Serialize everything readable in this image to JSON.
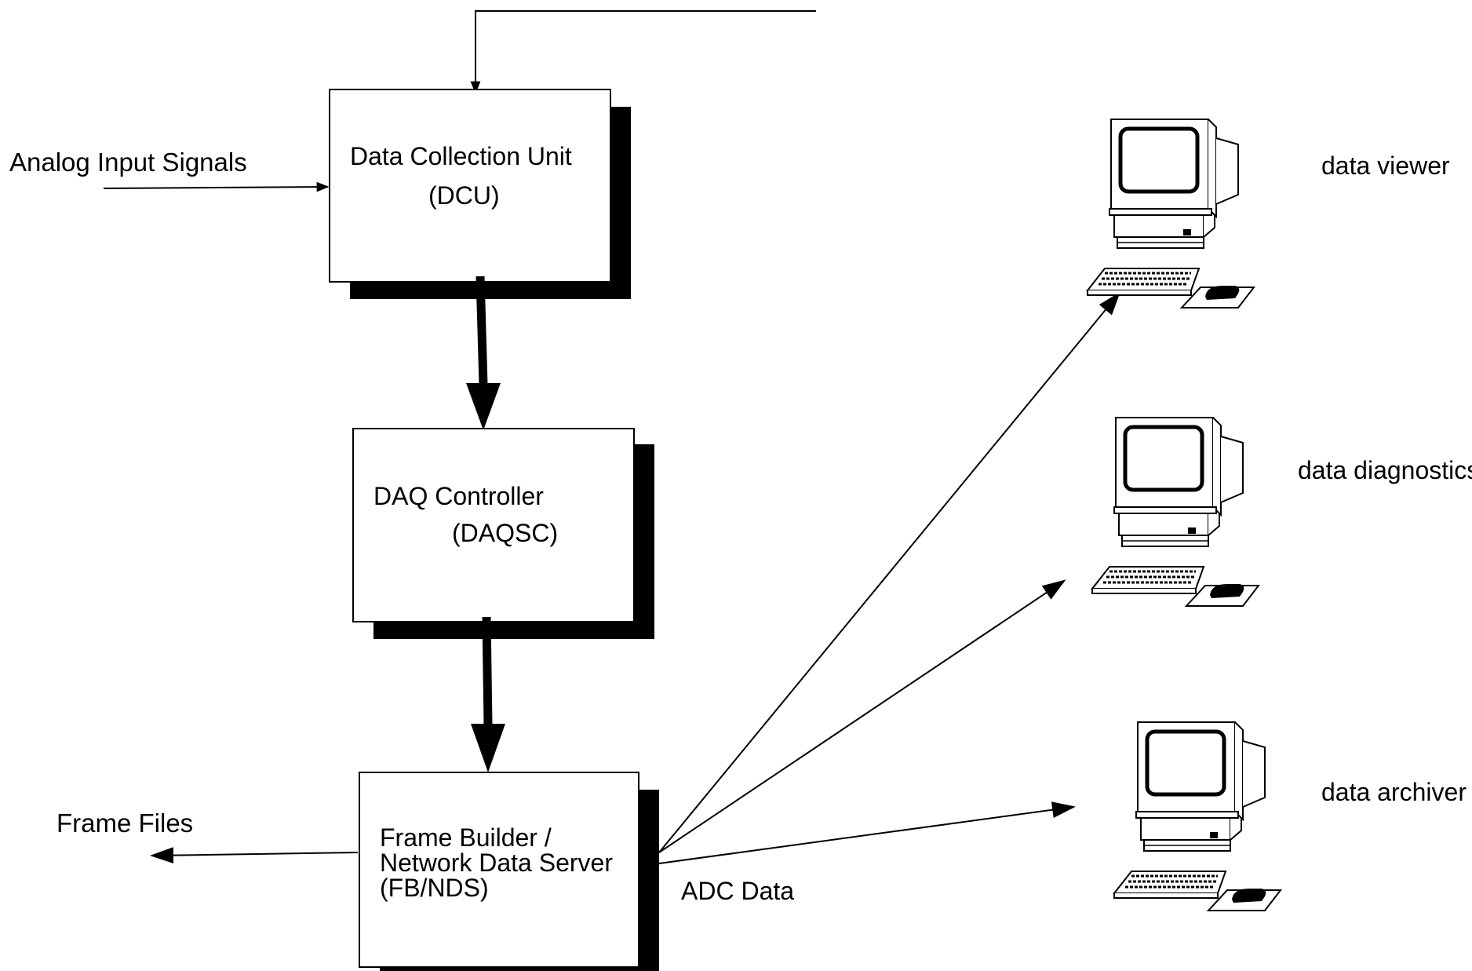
{
  "colors": {
    "ink": "#000000",
    "background": "#ffffff"
  },
  "inputs": {
    "analog_label": "Analog Input Signals"
  },
  "nodes": {
    "dcu": {
      "line1": "Data Collection Unit",
      "line2": "(DCU)"
    },
    "daqsc": {
      "line1": "DAQ Controller",
      "line2": "(DAQSC)"
    },
    "fbnds": {
      "line1": "Frame Builder /",
      "line2": "Network Data Server",
      "line3": "(FB/NDS)"
    }
  },
  "outputs": {
    "frame_files": "Frame Files",
    "adc_data": "ADC Data"
  },
  "clients": [
    {
      "label": "data viewer",
      "icon": "computer-workstation-icon"
    },
    {
      "label": "data diagnostics",
      "icon": "computer-workstation-icon"
    },
    {
      "label": "data archiver",
      "icon": "computer-workstation-icon"
    }
  ]
}
